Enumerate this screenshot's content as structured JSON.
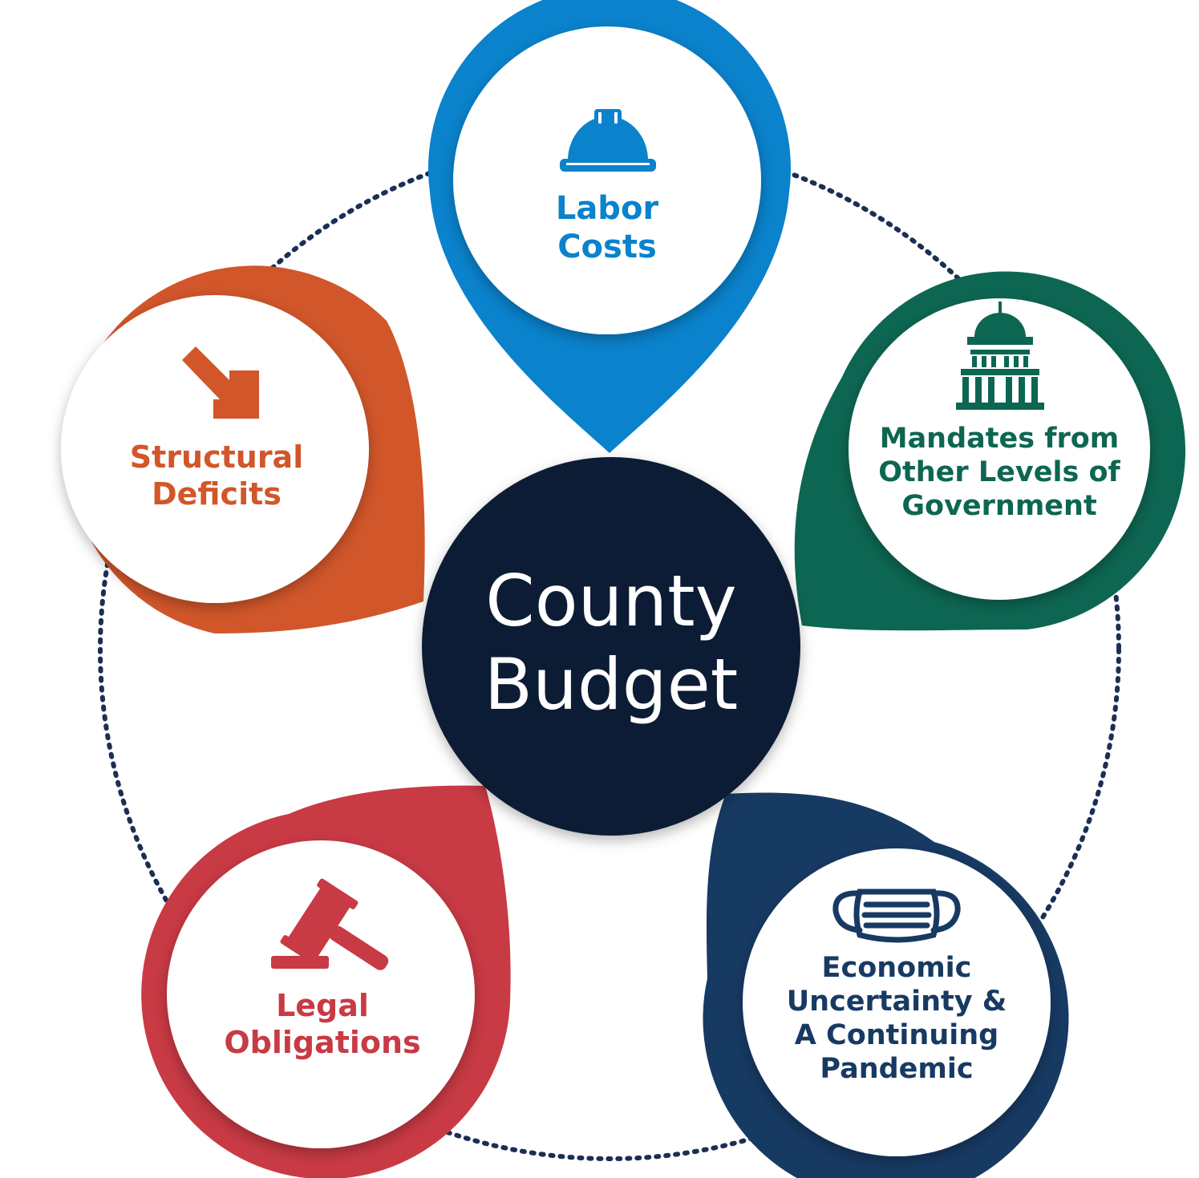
{
  "center": {
    "line1": "County",
    "line2": "Budget",
    "color": "#0d1b36"
  },
  "ring": {
    "style": "dotted",
    "color": "#1b2f55"
  },
  "factors": [
    {
      "id": "labor",
      "lines": [
        "Labor",
        "Costs"
      ],
      "color": "#0a82cc",
      "icon": "hard-hat-icon"
    },
    {
      "id": "mandates",
      "lines": [
        "Mandates from",
        "Other Levels of",
        "Government"
      ],
      "color": "#0d6652",
      "icon": "capitol-building-icon"
    },
    {
      "id": "economic",
      "lines": [
        "Economic",
        "Uncertainty &",
        "A Continuing",
        "Pandemic"
      ],
      "color": "#173a63",
      "icon": "face-mask-icon"
    },
    {
      "id": "legal",
      "lines": [
        "Legal",
        "Obligations"
      ],
      "color": "#c83a44",
      "icon": "gavel-icon"
    },
    {
      "id": "structural",
      "lines": [
        "Structural",
        "Deficits"
      ],
      "color": "#d1562a",
      "icon": "arrow-down-right-icon"
    }
  ]
}
